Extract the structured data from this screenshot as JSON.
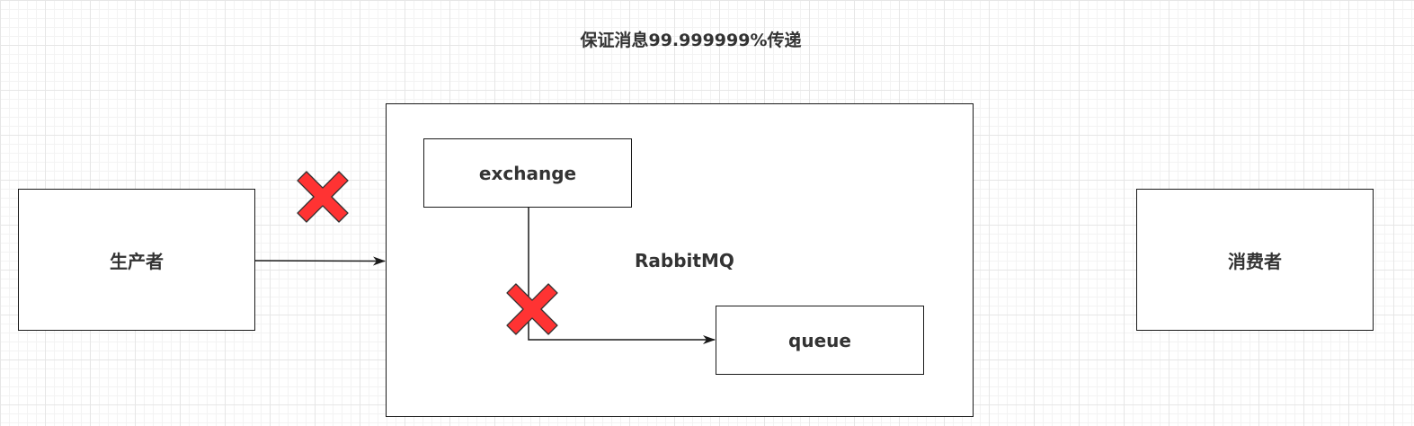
{
  "title": "保证消息99.999999%传递",
  "nodes": {
    "producer": "生产者",
    "broker": "RabbitMQ",
    "exchange": "exchange",
    "queue": "queue",
    "consumer": "消费者"
  },
  "edges": [
    {
      "from": "producer",
      "to": "broker",
      "failure_marked": true
    },
    {
      "from": "exchange",
      "to": "queue",
      "failure_marked": true
    }
  ],
  "colors": {
    "failure_mark": "#ff3333",
    "stroke": "#1a1a1a",
    "text": "#333333"
  }
}
